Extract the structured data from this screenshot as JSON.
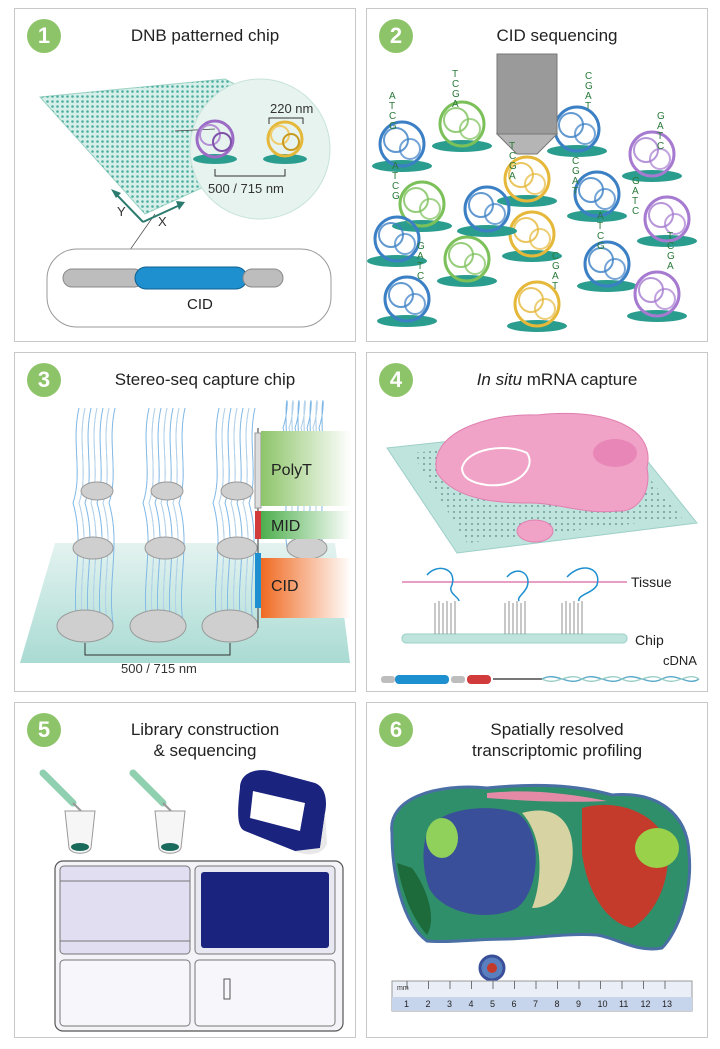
{
  "panels": [
    {
      "number": "1",
      "title": "DNB patterned chip",
      "labels": {
        "size": "220 nm",
        "pitch": "500 / 715 nm",
        "axis_x": "X",
        "axis_y": "Y",
        "cid": "CID"
      }
    },
    {
      "number": "2",
      "title": "CID sequencing",
      "bases": [
        "A",
        "T",
        "C",
        "G"
      ]
    },
    {
      "number": "3",
      "title": "Stereo-seq capture chip",
      "labels": {
        "polyt": "PolyT",
        "mid": "MID",
        "cid": "CID",
        "pitch": "500 / 715 nm"
      }
    },
    {
      "number": "4",
      "title_italic": "In situ",
      "title_rest": " mRNA  capture",
      "labels": {
        "tissue": "Tissue",
        "chip": "Chip",
        "cdna": "cDNA"
      }
    },
    {
      "number": "5",
      "title_line1": "Library construction",
      "title_line2": "& sequencing"
    },
    {
      "number": "6",
      "title_line1": "Spatially resolved",
      "title_line2": "transcriptomic profiling",
      "ruler": {
        "unit": "mm",
        "ticks": [
          "1",
          "2",
          "3",
          "4",
          "5",
          "6",
          "7",
          "8",
          "9",
          "10",
          "11",
          "12",
          "13"
        ]
      }
    }
  ],
  "colors": {
    "accent_green": "#8dc469",
    "teal": "#45b8a8",
    "blue": "#1e8fcf",
    "dark_navy": "#1a237e",
    "pink": "#f2a7c8"
  }
}
